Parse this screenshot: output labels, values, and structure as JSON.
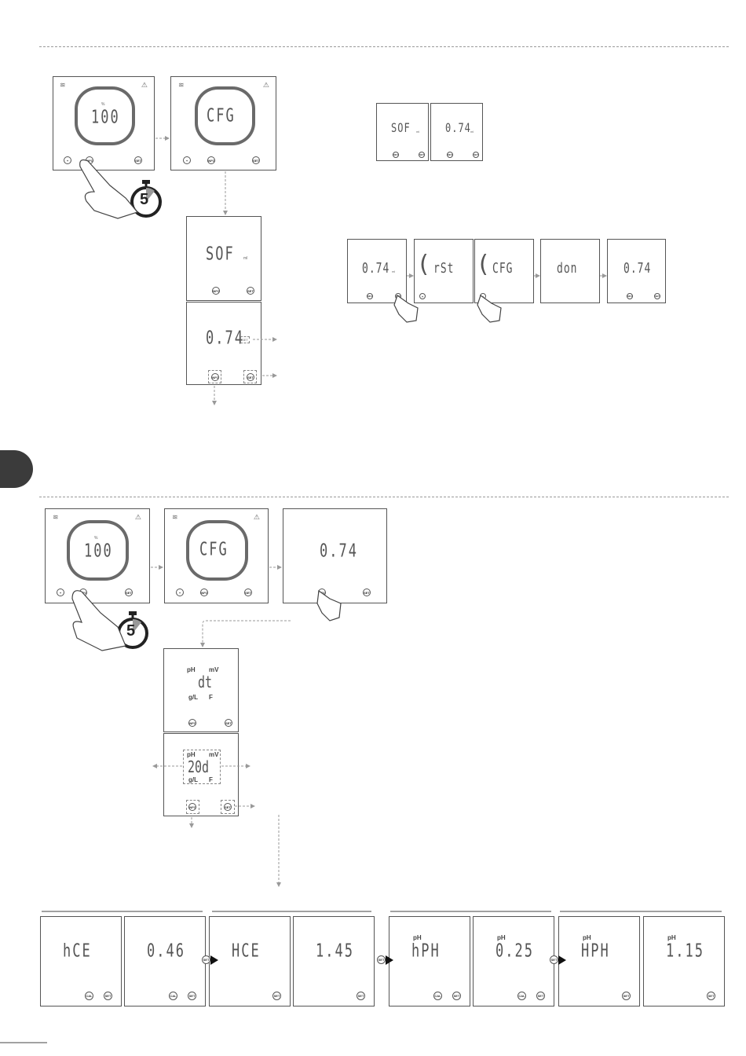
{
  "top_section": {
    "main_step1": {
      "unit": "%",
      "value": "100",
      "buttons": [
        "+",
        "INFO",
        "SET"
      ]
    },
    "main_step2": {
      "value": "CFG",
      "buttons": [
        "+",
        "INFO",
        "SET"
      ]
    },
    "timer": "5",
    "sof_screen": {
      "value": "SOF",
      "unit": "ml",
      "buttons": [
        "INFO",
        "SET"
      ]
    },
    "val_screen": {
      "value": "0.74",
      "unit": "SET",
      "buttons": [
        "INFO",
        "SET"
      ]
    },
    "mini_sof": {
      "value": "SOF",
      "unit": "ml",
      "buttons": [
        "INFO",
        "SET"
      ]
    },
    "mini_val": {
      "value": "0.74",
      "unit": "ml",
      "buttons": [
        "INFO",
        "SET"
      ]
    },
    "reset_seq": [
      {
        "value": "0.74",
        "unit": "ml",
        "buttons": [
          "INFO",
          "SET"
        ]
      },
      {
        "value": "rSt",
        "buttons": [
          "+"
        ]
      },
      {
        "value": "CFG",
        "buttons": [
          "+"
        ]
      },
      {
        "value": "don",
        "buttons": []
      },
      {
        "value": "0.74",
        "buttons": [
          "INFO",
          "SET"
        ]
      }
    ]
  },
  "bottom_section": {
    "main_step1": {
      "unit": "%",
      "value": "100",
      "buttons": [
        "+",
        "INFO",
        "SET"
      ]
    },
    "main_step2": {
      "value": "CFG",
      "buttons": [
        "+",
        "INFO",
        "SET"
      ]
    },
    "main_step3": {
      "value": "0.74",
      "buttons": [
        "INFO",
        "SET"
      ]
    },
    "timer": "5",
    "dt_screen": {
      "value": "dt",
      "labels": [
        "pH",
        "mV",
        "g/L",
        "F"
      ],
      "buttons": [
        "INFO",
        "SET"
      ]
    },
    "d20_screen": {
      "value": "20d",
      "labels": [
        "pH",
        "mV",
        "g/L",
        "F"
      ],
      "buttons": [
        "INFO",
        "SET"
      ]
    },
    "cal_strip": [
      {
        "label": "",
        "value": "hCE",
        "buttons": [
          "CAL",
          "SET"
        ]
      },
      {
        "label": "",
        "value": "0.46",
        "buttons": [
          "CAL",
          "SET"
        ]
      },
      {
        "label": "",
        "value": "HCE",
        "buttons": [
          "SET"
        ]
      },
      {
        "label": "",
        "value": "1.45",
        "buttons": [
          "SET"
        ]
      },
      {
        "label": "pH",
        "value": "hPH",
        "buttons": [
          "CAL",
          "SET"
        ]
      },
      {
        "label": "pH",
        "value": "0.25",
        "buttons": [
          "CAL",
          "SET"
        ]
      },
      {
        "label": "pH",
        "value": "HPH",
        "buttons": [
          "SET"
        ]
      },
      {
        "label": "pH",
        "value": "1.15",
        "buttons": [
          "SET"
        ]
      }
    ],
    "strip_arrow_label": "SET"
  }
}
